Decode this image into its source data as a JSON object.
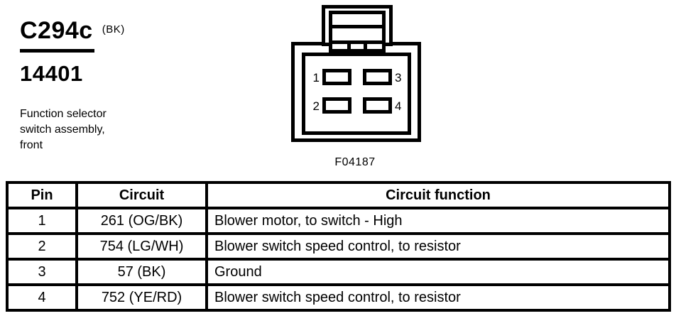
{
  "title_block": {
    "connector_id": "C294c",
    "connector_color": "(BK)",
    "part_number": "14401",
    "description_lines": [
      "Function selector",
      "switch assembly,",
      "front"
    ]
  },
  "diagram": {
    "pin_labels": {
      "p1": "1",
      "p2": "2",
      "p3": "3",
      "p4": "4"
    },
    "figure_id": "F04187"
  },
  "table": {
    "columns": [
      "Pin",
      "Circuit",
      "Circuit function"
    ],
    "rows": [
      {
        "pin": "1",
        "circuit": "261 (OG/BK)",
        "function": "Blower motor, to switch - High"
      },
      {
        "pin": "2",
        "circuit": "754 (LG/WH)",
        "function": "Blower switch speed control, to resistor"
      },
      {
        "pin": "3",
        "circuit": "57 (BK)",
        "function": "Ground"
      },
      {
        "pin": "4",
        "circuit": "752 (YE/RD)",
        "function": "Blower switch speed control, to resistor"
      }
    ]
  },
  "colors": {
    "ink": "#000000",
    "background": "#ffffff"
  }
}
